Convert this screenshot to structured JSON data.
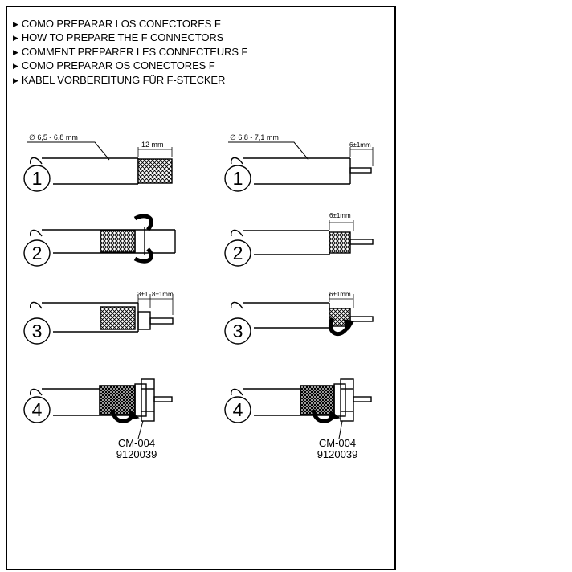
{
  "titles": [
    "COMO PREPARAR LOS CONECTORES F",
    "HOW TO PREPARE THE F CONNECTORS",
    "COMMENT PREPARER LES CONNECTEURS F",
    "COMO PREPARAR OS CONECTORES F",
    "KABEL VORBEREITUNG FÜR F-STECKER"
  ],
  "left": {
    "diameter": "∅ 6,5 - 6,8 mm",
    "step1_dim": "12 mm",
    "step3_dim_a": "3±1",
    "step3_dim_b": "8±1mm",
    "code1": "CM-004",
    "code2": "9120039"
  },
  "right": {
    "diameter": "∅ 6,8 - 7,1 mm",
    "step1_dim": "6±1mm",
    "step2_dim": "6±1mm",
    "step3_dim": "6±1mm",
    "code1": "CM-004",
    "code2": "9120039"
  },
  "steps": [
    "1",
    "2",
    "3",
    "4"
  ]
}
